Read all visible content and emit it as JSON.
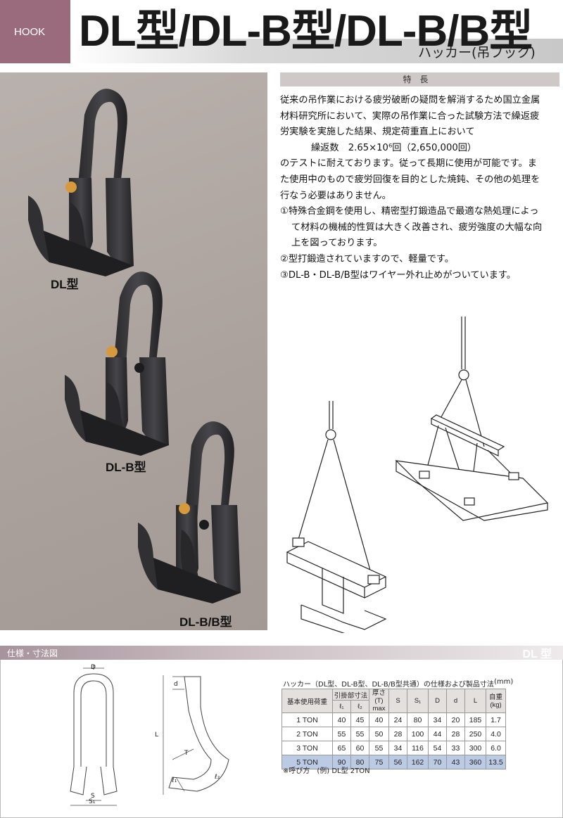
{
  "header": {
    "tab": "HOOK",
    "title": "DL型/DL-B型/DL-B/B型",
    "subtitle": "ハッカー(吊フック)"
  },
  "photos": {
    "label_dl": "DL型",
    "label_dlb": "DL-B型",
    "label_dlbb": "DL-B/B型"
  },
  "features": {
    "heading": "特長",
    "lines": [
      "従来の吊作業における疲労破断の疑問を解消するため国立金属",
      "材料研究所において、実際の吊作業に合った試験方法で繰返疲",
      "労実験を実施した結果、規定荷重直上において",
      "繰返数　2.65×10⁶回（2,650,000回）",
      "のテストに耐えております。従って長期に使用が可能です。ま",
      "た使用中のもので疲労回復を目的とした焼鈍、その他の処理を",
      "行なう必要はありません。",
      "①特殊合金鋼を使用し、精密型打鍛造品で最適な熱処理によっ",
      "て材料の機械的性質は大きく改善され、疲労強度の大幅な向",
      "上を図っております。",
      "②型打鍛造されていますので、軽量です。",
      "③DL-B・DL-B/B型はワイヤー外れ止めがついています。"
    ]
  },
  "specs": {
    "bar_title": "仕様・寸法図",
    "model": "DL 型",
    "dim_labels": {
      "D": "D",
      "S": "S",
      "S1": "S₁",
      "d": "d",
      "L": "L",
      "T": "T",
      "l1": "ℓ₁",
      "l2": "ℓ₂"
    },
    "table_caption": "ハッカー（DL型、DL-B型、DL-B/B型共通）の仕様および製品寸法",
    "unit": "(mm)",
    "headers": {
      "load": "基本使用荷重",
      "hook_dims": "引掛部寸法",
      "l1": "ℓ₁",
      "l2": "ℓ₂",
      "thick": "厚さ(T)\nmax",
      "S": "S",
      "S1": "S₁",
      "D": "D",
      "d": "d",
      "L": "L",
      "weight": "自重\n(kg)"
    },
    "rows": [
      {
        "load": "1 TON",
        "l1": "40",
        "l2": "45",
        "t": "40",
        "S": "24",
        "S1": "80",
        "D": "34",
        "d": "20",
        "L": "185",
        "w": "1.7"
      },
      {
        "load": "2 TON",
        "l1": "55",
        "l2": "55",
        "t": "50",
        "S": "28",
        "S1": "100",
        "D": "44",
        "d": "28",
        "L": "250",
        "w": "4.0"
      },
      {
        "load": "3 TON",
        "l1": "65",
        "l2": "60",
        "t": "55",
        "S": "34",
        "S1": "116",
        "D": "54",
        "d": "33",
        "L": "300",
        "w": "6.0"
      },
      {
        "load": "5 TON",
        "l1": "90",
        "l2": "80",
        "t": "75",
        "S": "56",
        "S1": "162",
        "D": "70",
        "d": "43",
        "L": "360",
        "w": "13.5"
      }
    ],
    "note": "※呼び方　(例) DL型 2TON"
  }
}
